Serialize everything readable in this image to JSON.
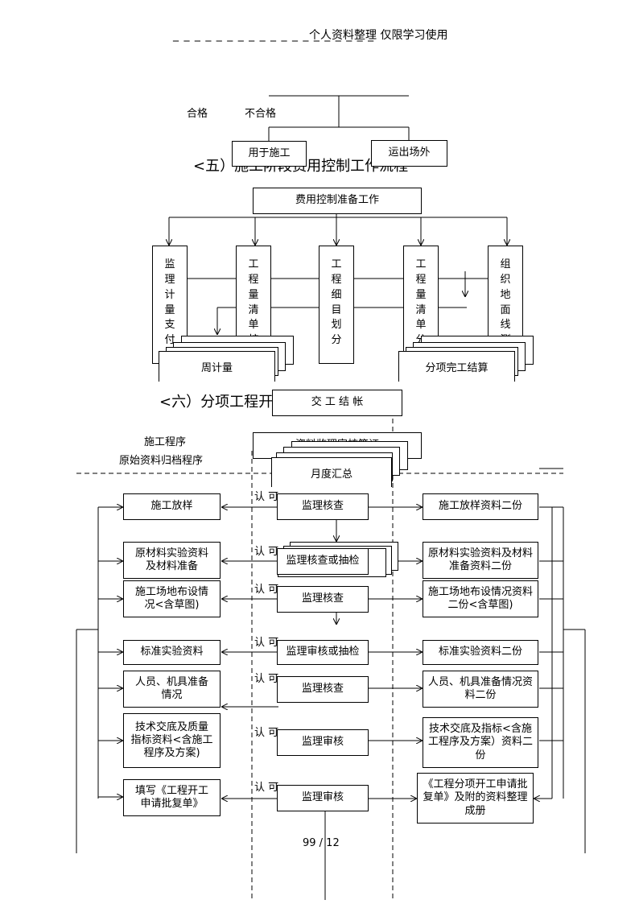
{
  "header": {
    "text": "个人资料整理  仅限学习使用"
  },
  "top": {
    "pass": "合格",
    "fail": "不合格",
    "use": "用于施工",
    "remove": "运出场外"
  },
  "section5": {
    "title": "<五）施工阶段费用控制工作流程",
    "prep": "费用控制准备工作",
    "cols": [
      "监理计量支付体系",
      "工程量清单核",
      "工程细目划分",
      "工程量清单分",
      "组织地面线测"
    ],
    "weekly": "周计量",
    "completion": "分项完工结算",
    "handover": "交 工 结 帐",
    "monthly": "月度汇总"
  },
  "section6": {
    "title": "<六）分项工程开工申请监理程序框图",
    "hidden_box": "资料监理审核签证",
    "left_label_1": "施工程序",
    "left_label_2": "原始资料归档程序",
    "approve": "认 可",
    "rows": [
      {
        "left": "施工放样",
        "mid": "监理核查",
        "right": "施工放样资料二份"
      },
      {
        "left": "原材料实验资料及材料准备",
        "mid": "监理核查或抽检",
        "right": "原材料实验资料及材料准备资料二份"
      },
      {
        "left": "施工场地布设情况<含草图)",
        "mid": "监理核查",
        "right": "施工场地布设情况资料二份<含草图)"
      },
      {
        "left": "标准实验资料",
        "mid": "监理审核或抽检",
        "right": "标准实验资料二份"
      },
      {
        "left": "人员、机具准备情况",
        "mid": "监理核查",
        "right": "人员、机具准备情况资料二份"
      },
      {
        "left": "技术交底及质量指标资料<含施工程序及方案)",
        "mid": "监理审核",
        "right": "技术交底及指标<含施工程序及方案）资料二份"
      },
      {
        "left": "填写《工程开工申请批复单》",
        "mid": "监理审核",
        "right": "《工程分项开工申请批复单》及附的资料整理成册"
      }
    ]
  },
  "footer": {
    "page": "99 / 12"
  }
}
